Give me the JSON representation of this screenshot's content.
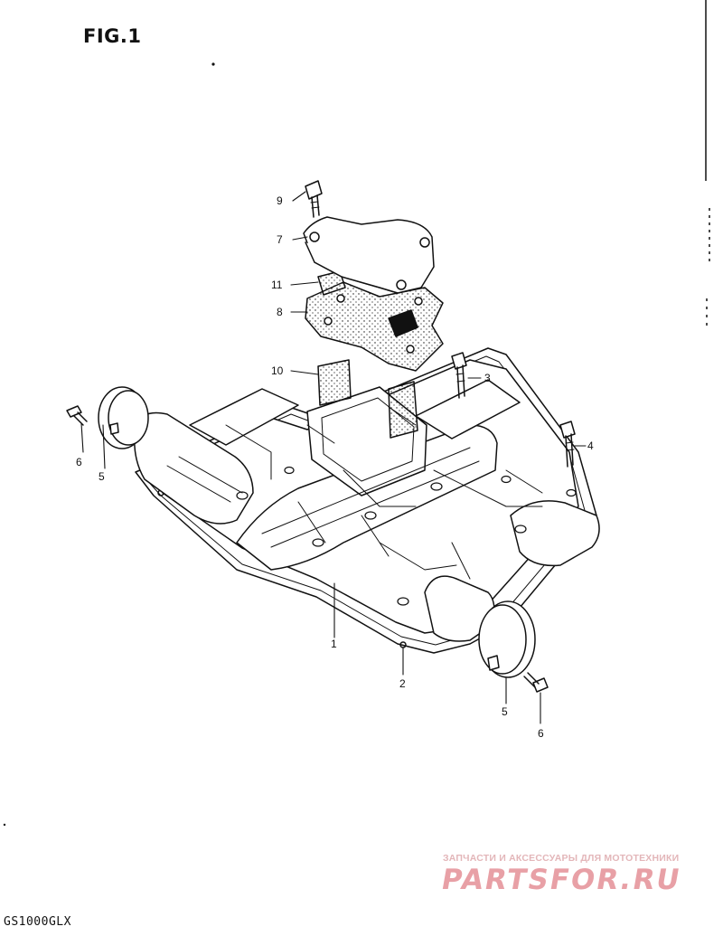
{
  "figure": {
    "title": "FIG.1"
  },
  "model": {
    "code": "GS1000GLX"
  },
  "watermark": {
    "caption": "ЗАПЧАСТИ И АКСЕССУАРЫ ДЛЯ МОТОТЕХНИКИ",
    "logo": "PARTSFOR.RU",
    "color": "#e3b6b9"
  },
  "callouts": {
    "c1": "1",
    "c2": "2",
    "c3": "3",
    "c4": "4",
    "c5_left": "5",
    "c5_right": "5",
    "c6_left": "6",
    "c6_right": "6",
    "c7": "7",
    "c8": "8",
    "c9": "9",
    "c10": "10",
    "c11": "11"
  },
  "colors": {
    "line": "#111111",
    "paper": "#ffffff"
  }
}
